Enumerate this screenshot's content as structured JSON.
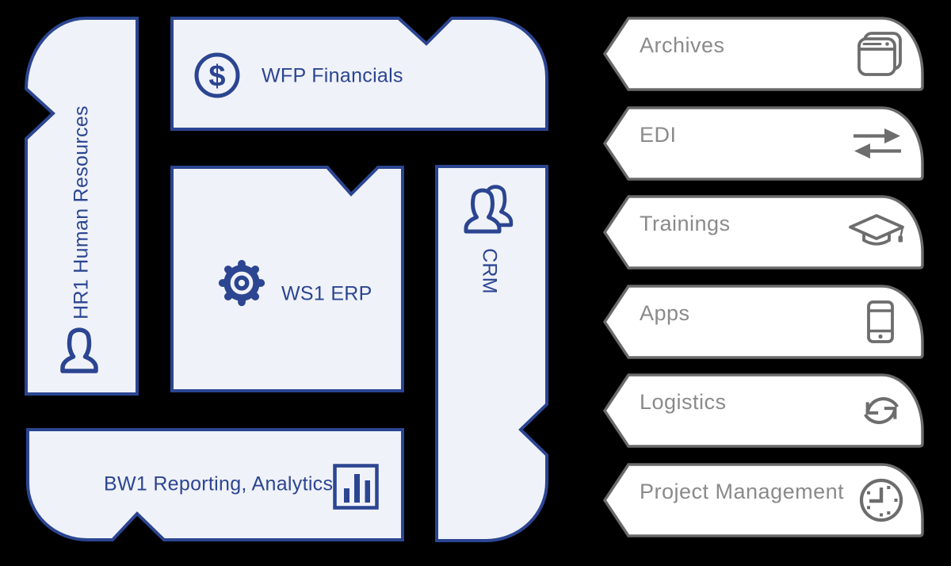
{
  "colors": {
    "background": "#000000",
    "module_fill": "#f0f2f9",
    "module_stroke": "#2b4591",
    "module_text": "#2b4591",
    "banner_fill": "#ffffff",
    "banner_stroke": "#6a6a6a",
    "banner_text": "#8a8a8a",
    "banner_icon": "#6d6d6d"
  },
  "modules": {
    "financials": {
      "label": "WFP Financials",
      "symbol": "$",
      "icon": "dollar-circle"
    },
    "hr": {
      "label": "HR1 Human Resources",
      "icon": "person"
    },
    "erp": {
      "label": "WS1 ERP",
      "icon": "gear"
    },
    "crm": {
      "label": "CRM",
      "icon": "people"
    },
    "reporting": {
      "label": "BW1 Reporting, Analytics",
      "icon": "bar-chart"
    }
  },
  "banners": {
    "items": [
      {
        "label": "Archives",
        "icon": "stacked-cards"
      },
      {
        "label": "EDI",
        "icon": "transfer-arrows"
      },
      {
        "label": "Trainings",
        "icon": "graduation-cap"
      },
      {
        "label": "Apps",
        "icon": "smartphone"
      },
      {
        "label": "Logistics",
        "icon": "sync-arrows"
      },
      {
        "label": "Project Management",
        "icon": "clock"
      }
    ]
  }
}
